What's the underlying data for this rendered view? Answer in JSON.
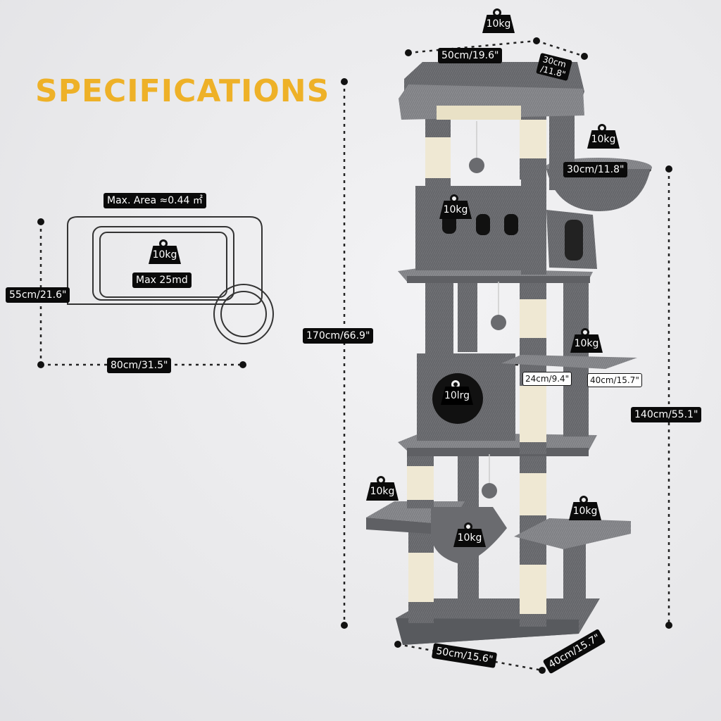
{
  "heading": "SPECIFICATIONS",
  "icon": "weight-icon",
  "colors": {
    "accent": "#eeb128",
    "label_bg": "#0a0a0a",
    "plush": "#6b6c70",
    "sisal": "#efe8d3"
  },
  "hammock": {
    "max_area": "Max. Area ≈0.44 ㎡",
    "load_top": "10kg",
    "load_bottom": "Max 25md",
    "height": "55cm/21.6\"",
    "width": "80cm/31.5\""
  },
  "tower": {
    "height_total": "170cm/66.9\"",
    "height_side": "140cm/55.1\"",
    "top_load": "10kg",
    "top_width": "50cm/19.6\"",
    "top_depth": "30cm\n/11.8\"",
    "basket_load": "10kg",
    "basket_diameter": "30cm/11.8\"",
    "condo_load": "10kg",
    "platform_load": "10kg",
    "platform_width": "24cm/9.4\"",
    "platform_depth": "40cm/15.7\"",
    "cube_load": "10lrg",
    "left_step_load": "10kg",
    "hammock_load": "10kg",
    "right_step_load": "10kg",
    "base_width": "50cm/15.6\"",
    "base_depth": "40cm/15.7\""
  }
}
